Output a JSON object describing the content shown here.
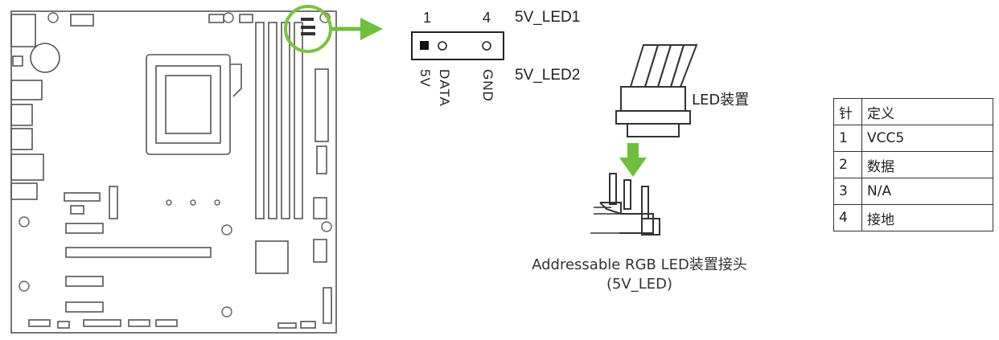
{
  "header": {
    "pin1": "1",
    "pin4": "4",
    "con1": "5V_LED1",
    "con2": "5V_LED2",
    "sig_5v": "5V",
    "sig_data": "DATA",
    "sig_gnd": "GND"
  },
  "device_label": "LED装置",
  "caption": {
    "line1": "Addressable RGB LED装置接头",
    "line2": "(5V_LED)"
  },
  "table": {
    "header": [
      "针",
      "定义"
    ],
    "rows": [
      [
        "1",
        "VCC5"
      ],
      [
        "2",
        "数据"
      ],
      [
        "3",
        "N/A"
      ],
      [
        "4",
        "接地"
      ]
    ]
  },
  "colors": {
    "highlight": "#7cc242",
    "arrow": "#6fbf3c",
    "line": "#333333"
  }
}
